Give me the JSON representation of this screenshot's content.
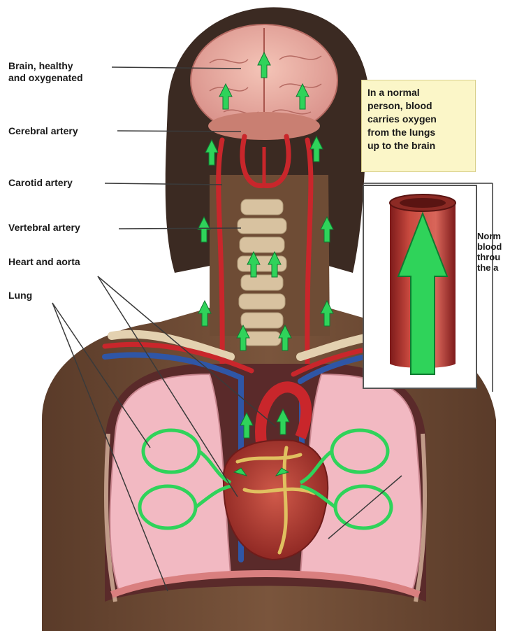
{
  "labels": {
    "brain_line1": "Brain, healthy",
    "brain_line2": "and oxygenated",
    "cerebral": "Cerebral artery",
    "carotid": "Carotid artery",
    "vertebral": "Vertebral artery",
    "heart": "Heart and aorta",
    "lung": "Lung"
  },
  "callout": {
    "line1": "In a normal",
    "line2": "person, blood",
    "line3": "carries oxygen",
    "line4": "from the lungs",
    "line5": "up to the brain"
  },
  "inset": {
    "line1": "Norm",
    "line2": "blood",
    "line3": "throu",
    "line4": "the a"
  },
  "colors": {
    "skin": "#6b4a34",
    "hair": "#3b2a22",
    "artery": "#c9262b",
    "vein": "#2f56a6",
    "lung": "#f2b9c2",
    "flow_arrow": "#2fd35a",
    "callout_bg": "#fbf6c8"
  }
}
